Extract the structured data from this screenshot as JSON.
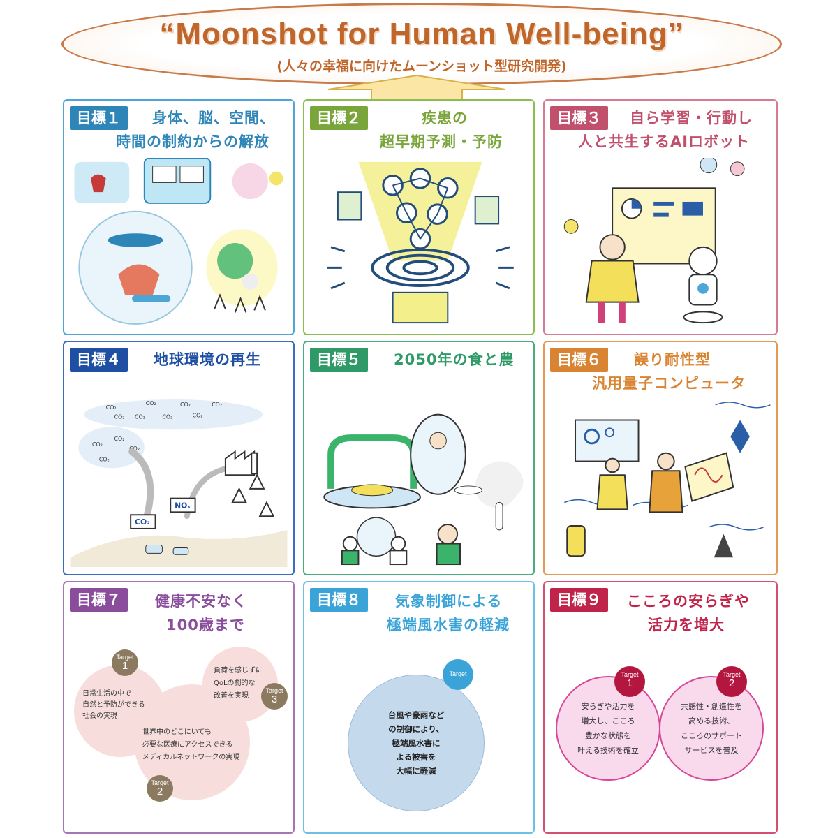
{
  "header": {
    "title": "“Moonshot for Human Well-being”",
    "subtitle": "(人々の幸福に向けたムーンショット型研究開発)"
  },
  "goals": [
    {
      "badge": "目標１",
      "title_line1": "身体、脳、空間、",
      "title_line2": "時間の制約からの解放",
      "color": "#2e86b8"
    },
    {
      "badge": "目標２",
      "title_line1": "疾患の",
      "title_line2": "超早期予測・予防",
      "color": "#7aa53a"
    },
    {
      "badge": "目標３",
      "title_line1": "自ら学習・行動し",
      "title_line2": "人と共生するAIロボット",
      "color": "#c0506c"
    },
    {
      "badge": "目標４",
      "title_line1": "地球環境の再生",
      "title_line2": "",
      "color": "#1f4fa3"
    },
    {
      "badge": "目標５",
      "title_line1": "2050年の食と農",
      "title_line2": "",
      "color": "#2f9a67"
    },
    {
      "badge": "目標６",
      "title_line1": "誤り耐性型",
      "title_line2": "汎用量子コンピュータ",
      "color": "#d98432"
    },
    {
      "badge": "目標７",
      "title_line1": "健康不安なく",
      "title_line2": "100歳まで",
      "color": "#8a4d9c"
    },
    {
      "badge": "目標８",
      "title_line1": "気象制御による",
      "title_line2": "極端風水害の軽減",
      "color": "#3aa3d8"
    },
    {
      "badge": "目標９",
      "title_line1": "こころの安らぎや",
      "title_line2": "活力を増大",
      "color": "#c0244a"
    }
  ],
  "co2_labels": [
    "CO₂",
    "CO₂",
    "CO₂",
    "CO₂",
    "CO₂",
    "CO₂",
    "CO₂",
    "CO₂",
    "CO₂",
    "CO₂",
    "CO₂",
    "CO₂"
  ],
  "co2_tank": "CO₂",
  "nox_tank": "NOₓ",
  "goal7": {
    "target_word": "Target",
    "t1_num": "1",
    "t1_text_1": "日常生活の中で",
    "t1_text_2": "自然と予防ができる",
    "t1_text_3": "社会の実現",
    "t2_num": "2",
    "t2_text_1": "世界中のどこにいても",
    "t2_text_2": "必要な医療にアクセスできる",
    "t2_text_3": "メディカルネットワークの実現",
    "t3_num": "3",
    "t3_text_1": "負荷を感じずに",
    "t3_text_2": "QoLの劇的な",
    "t3_text_3": "改善を実現"
  },
  "goal8": {
    "target_word": "Target",
    "text_1": "台風や豪雨など",
    "text_2": "の制御により、",
    "text_3": "極端風水害に",
    "text_4": "よる被害を",
    "text_5": "大幅に軽減"
  },
  "goal9": {
    "target_word": "Target",
    "t1_num": "1",
    "t1_text_1": "安らぎや活力を",
    "t1_text_2": "増大し、こころ",
    "t1_text_3": "豊かな状態を",
    "t1_text_4": "叶える技術を確立",
    "t2_num": "2",
    "t2_text_1": "共感性・創造性を",
    "t2_text_2": "高める技術、",
    "t2_text_3": "こころのサポート",
    "t2_text_4": "サービスを普及"
  }
}
